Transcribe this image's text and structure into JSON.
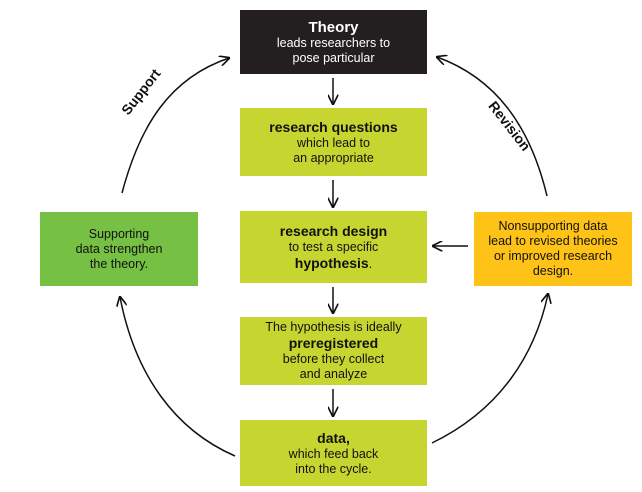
{
  "center_boxes": [
    {
      "lines": [
        {
          "text": "Theory",
          "bold": true
        },
        {
          "text": "leads researchers to"
        },
        {
          "text": "pose particular"
        }
      ]
    },
    {
      "lines": [
        {
          "text": "research questions",
          "bold": true
        },
        {
          "text": "which lead to"
        },
        {
          "text": "an appropriate"
        }
      ]
    },
    {
      "lines": [
        {
          "text": "research design",
          "bold": true
        },
        {
          "text": "to test a specific"
        },
        {
          "text": "hypothesis",
          "bold": true,
          "suffix": "."
        }
      ]
    },
    {
      "lines": [
        {
          "text": "The hypothesis is ideally"
        },
        {
          "text": "preregistered",
          "bold": true
        },
        {
          "text": "before they collect"
        },
        {
          "text": "and analyze"
        }
      ]
    },
    {
      "lines": [
        {
          "text": "data,",
          "bold": true
        },
        {
          "text": "which feed back"
        },
        {
          "text": "into the cycle."
        }
      ]
    }
  ],
  "left_box": {
    "lines": [
      "Supporting",
      "data strengthen",
      "the theory."
    ]
  },
  "right_box": {
    "lines": [
      "Nonsupporting data",
      "lead to revised theories",
      "or improved research",
      "design."
    ]
  },
  "labels": {
    "support": "Support",
    "revision": "Revision"
  },
  "colors": {
    "dark": "#231f20",
    "lime": "#c6d530",
    "green": "#76c043",
    "yellow": "#fec316",
    "arrow": "#111111"
  }
}
